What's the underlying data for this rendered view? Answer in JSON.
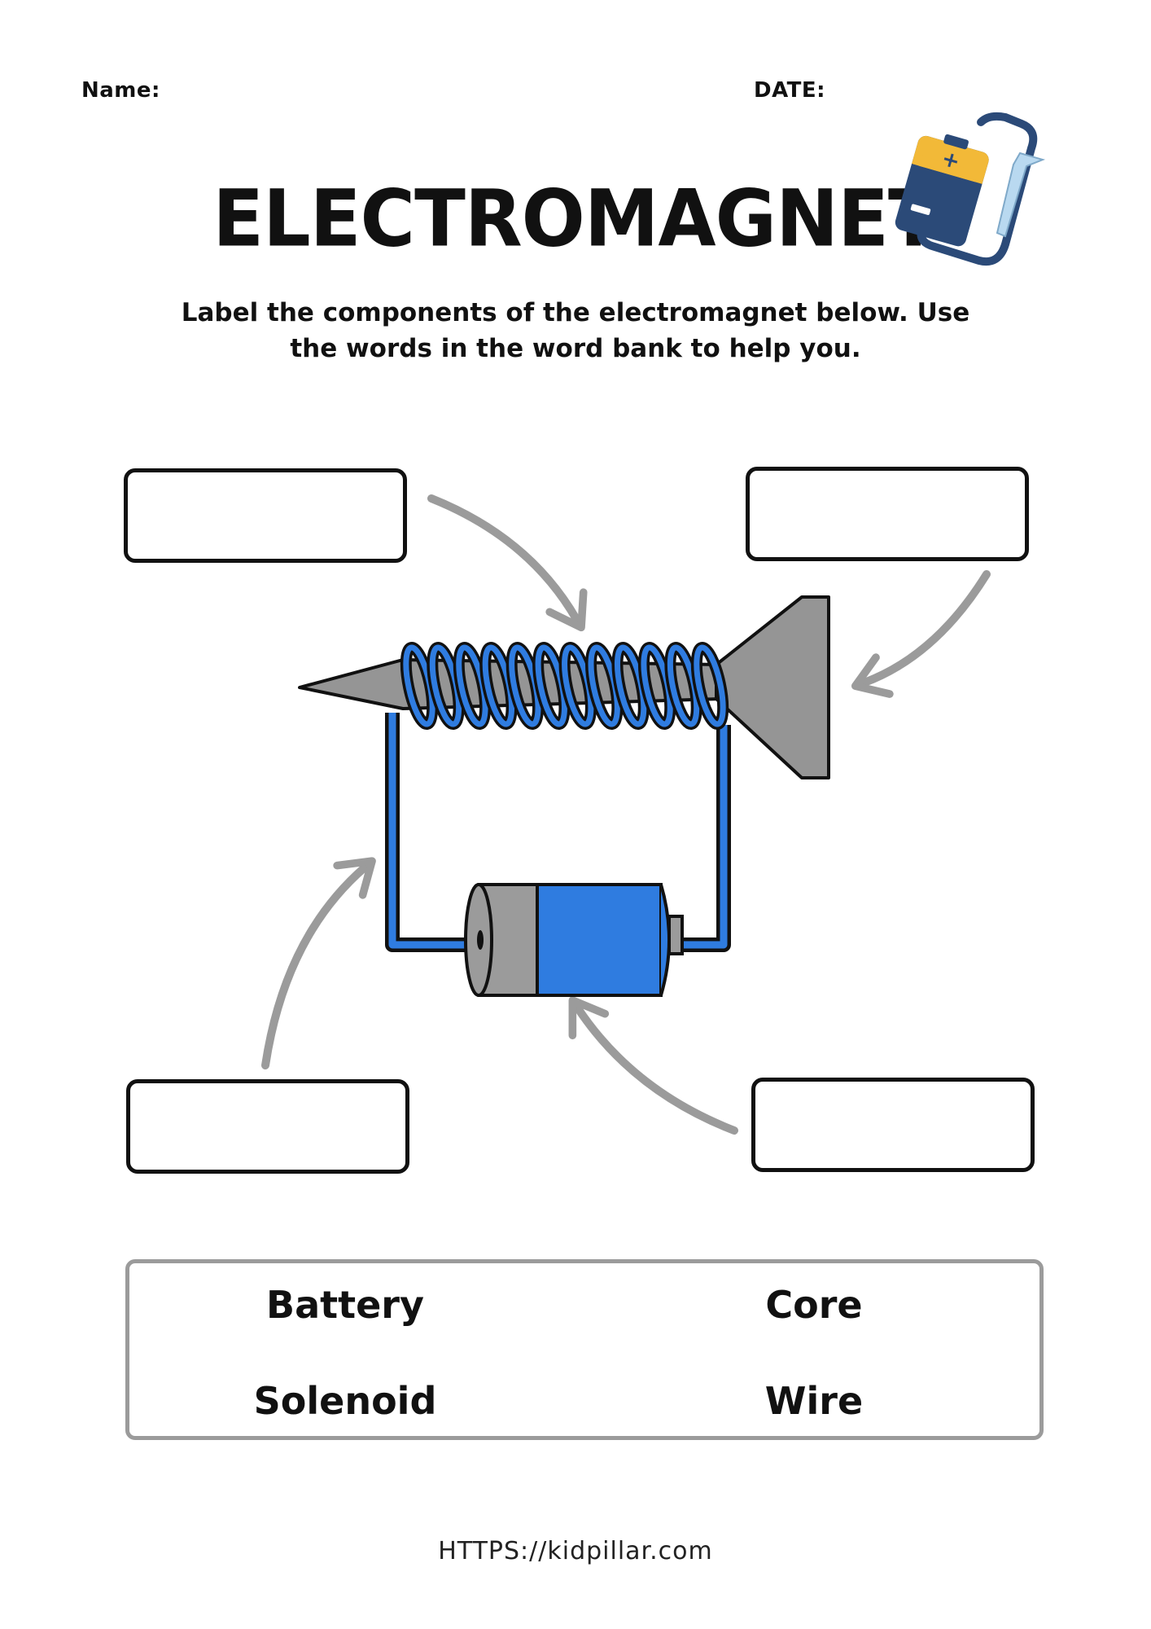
{
  "header": {
    "name_label": "Name:",
    "date_label": "DATE:"
  },
  "title": "ELECTROMAGNET",
  "instructions": "Label the components of the electromagnet below. Use the words in the word bank to help you.",
  "icon": {
    "name": "battery-and-nail-icon",
    "colors": {
      "battery_body": "#2b4a78",
      "battery_cap": "#f2b938",
      "nail": "#b9d9f0",
      "wire": "#2b4a78"
    }
  },
  "diagram": {
    "colors": {
      "coil": "#2f7ce0",
      "core": "#959595",
      "battery_blue": "#2f7ce0",
      "battery_gray": "#9b9b9b",
      "arrow": "#9b9b9b",
      "outline": "#111111"
    },
    "label_boxes": [
      "",
      "",
      "",
      ""
    ]
  },
  "word_bank": {
    "words": [
      "Battery",
      "Core",
      "Solenoid",
      "Wire"
    ],
    "border_color": "#9b9b9b"
  },
  "footer": {
    "url": "HTTPS://kidpillar.com"
  }
}
